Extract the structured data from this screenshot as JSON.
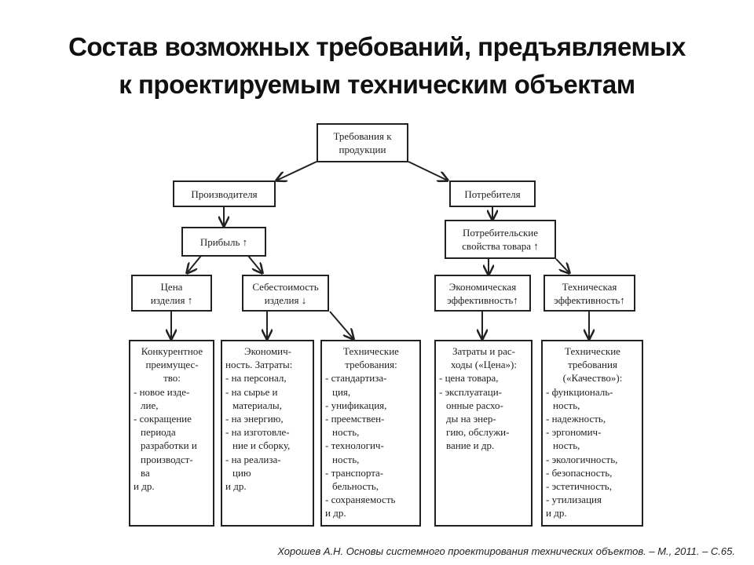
{
  "title": {
    "line1": "Состав возможных требований, предъявляемых",
    "line2": "к проектируемым техническим объектам"
  },
  "diagram": {
    "root": {
      "line1": "Требования к",
      "line2": "продукции"
    },
    "producer": {
      "label": "Производителя"
    },
    "consumer": {
      "label": "Потребителя"
    },
    "profit": {
      "label": "Прибыль ↑"
    },
    "consumer_props": {
      "line1": "Потребительские",
      "line2": "свойства товара ↑"
    },
    "price": {
      "line1": "Цена",
      "line2": "изделия ↑"
    },
    "cost": {
      "line1": "Себестоимость",
      "line2": "изделия ↓"
    },
    "econ_eff": {
      "line1": "Экономическая",
      "line2": "эффективность↑"
    },
    "tech_eff": {
      "line1": "Техническая",
      "line2": "эффективность↑"
    },
    "leaves": [
      {
        "header": [
          "Конкурентное",
          "преимущес-",
          "тво:"
        ],
        "lines": [
          "- новое изде-",
          "  лие,",
          "- сокращение",
          "  периода",
          "  разработки и",
          "  производст-",
          "  ва",
          "и др."
        ]
      },
      {
        "header": [
          "Экономич-"
        ],
        "lines": [
          "ность. Затраты:",
          "- на персонал,",
          "- на сырье и",
          "  материалы,",
          "- на энергию,",
          "- на изготовле-",
          "  ние и сборку,",
          "- на реализа-",
          "  цию",
          "и др."
        ]
      },
      {
        "header": [
          "Технические",
          "требования:"
        ],
        "lines": [
          "- стандартиза-",
          "  ция,",
          "- унификация,",
          "- преемствен-",
          "  ность,",
          "- технологич-",
          "  ность,",
          "- транспорта-",
          "  бельность,",
          "- сохраняемость",
          "и др."
        ]
      },
      {
        "header": [
          "Затраты и рас-",
          "ходы («Цена»):"
        ],
        "lines": [
          "- цена товара,",
          "- эксплуатаци-",
          "  онные расхо-",
          "  ды на энер-",
          "  гию, обслужи-",
          "  вание и др."
        ]
      },
      {
        "header": [
          "Технические",
          "требования",
          "(«Качество»):"
        ],
        "lines": [
          "- функциональ-",
          "  ность,",
          "- надежность,",
          "- эргономич-",
          "  ность,",
          "- экологичность,",
          "- безопасность,",
          "- эстетичность,",
          "- утилизация",
          "и др."
        ]
      }
    ]
  },
  "citation": "Хорошев А.Н. Основы системного проектирования технических объектов. – М., 2011. – С.65."
}
